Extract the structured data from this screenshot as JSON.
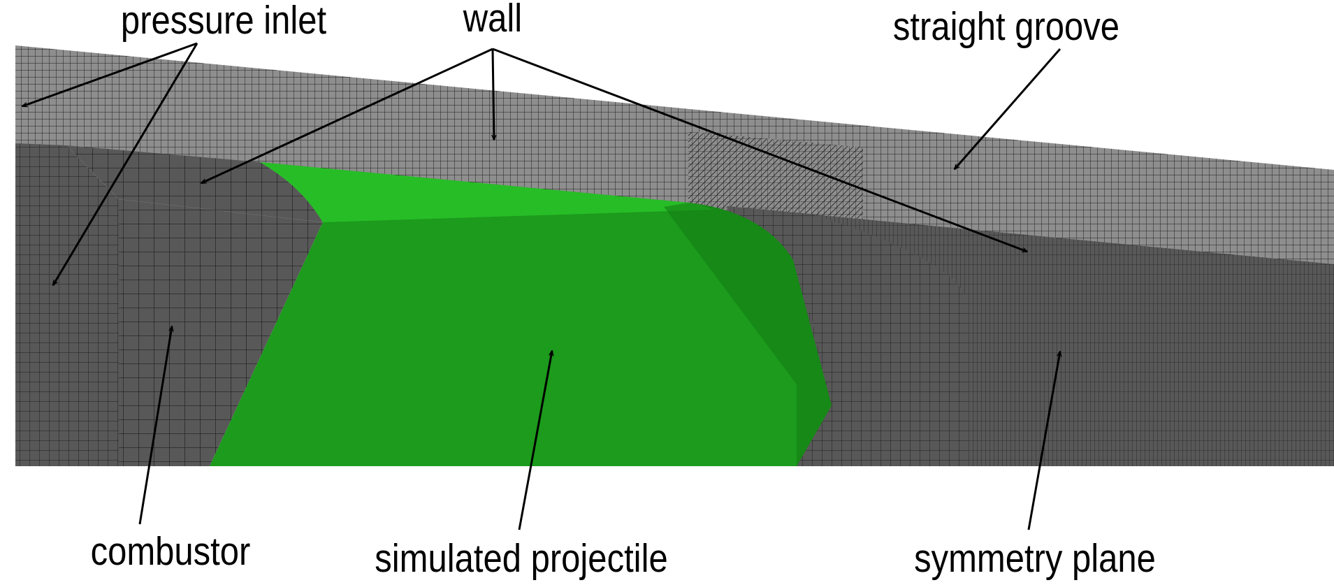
{
  "labels": {
    "pressure_inlet": "pressure inlet",
    "wall": "wall",
    "straight_groove": "straight groove",
    "combustor": "combustor",
    "simulated_projectile": "simulated projectile",
    "symmetry_plane": "symmetry plane"
  },
  "colors": {
    "mesh_light": "#8e8e8e",
    "mesh_dark": "#585858",
    "mesh_line": "#1e1e1e",
    "projectile_green": "#1c9b1c",
    "projectile_green_light": "#27bd27",
    "projectile_green_dark": "#137a13",
    "text": "#000000"
  }
}
